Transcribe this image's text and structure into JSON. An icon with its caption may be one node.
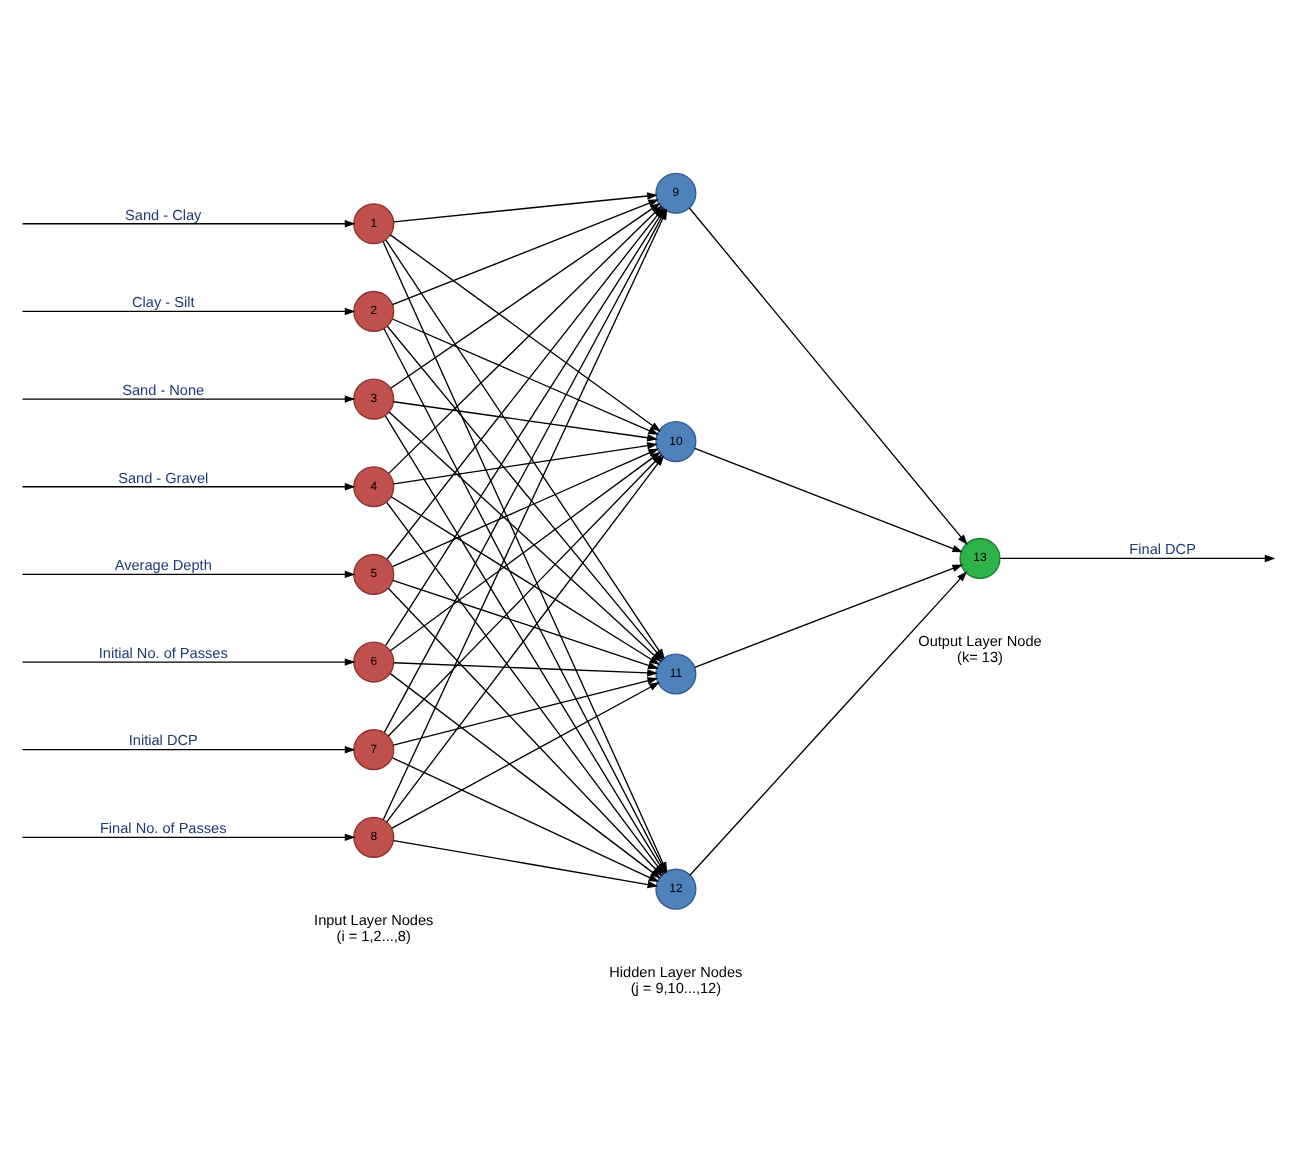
{
  "diagram": {
    "nodes": [
      {
        "text": [
          "1"
        ]
      },
      {
        "text": [
          "2"
        ]
      },
      {
        "text": [
          "3"
        ]
      },
      {
        "text": [
          "4"
        ]
      },
      {
        "text": [
          "5"
        ]
      },
      {
        "text": [
          "6"
        ]
      },
      {
        "text": [
          "7"
        ]
      },
      {
        "text": [
          "8"
        ]
      },
      {
        "text": [
          "9"
        ]
      },
      {
        "text": [
          "10"
        ]
      },
      {
        "text": [
          "11"
        ]
      },
      {
        "text": [
          "12"
        ]
      },
      {
        "text": [
          "13"
        ]
      }
    ],
    "edges": [
      {
        "from": null,
        "to": 0,
        "arrow": "to",
        "label": "Sand - Clay"
      },
      {
        "from": null,
        "to": 1,
        "arrow": "to",
        "label": "Clay - Silt"
      },
      {
        "from": null,
        "to": 2,
        "arrow": "to",
        "label": "Sand - None"
      },
      {
        "from": null,
        "to": 3,
        "arrow": "to",
        "label": "Sand - Gravel"
      },
      {
        "from": null,
        "to": 4,
        "arrow": "to",
        "label": "Average Depth"
      },
      {
        "from": null,
        "to": 5,
        "arrow": "to",
        "label": "Initial No. of Passes"
      },
      {
        "from": null,
        "to": 6,
        "arrow": "to",
        "label": "Initial DCP"
      },
      {
        "from": null,
        "to": 7,
        "arrow": "to",
        "label": "Final No. of Passes"
      },
      {
        "from": 0,
        "to": 8,
        "arrow": "to"
      },
      {
        "from": 0,
        "to": 9,
        "arrow": "to"
      },
      {
        "from": 0,
        "to": 10,
        "arrow": "to"
      },
      {
        "from": 0,
        "to": 11,
        "arrow": "to"
      },
      {
        "from": 1,
        "to": 8,
        "arrow": "to"
      },
      {
        "from": 1,
        "to": 9,
        "arrow": "to"
      },
      {
        "from": 1,
        "to": 10,
        "arrow": "to"
      },
      {
        "from": 1,
        "to": 11,
        "arrow": "to"
      },
      {
        "from": 2,
        "to": 8,
        "arrow": "to"
      },
      {
        "from": 2,
        "to": 9,
        "arrow": "to"
      },
      {
        "from": 2,
        "to": 10,
        "arrow": "to"
      },
      {
        "from": 2,
        "to": 11,
        "arrow": "to"
      },
      {
        "from": 3,
        "to": 8,
        "arrow": "to"
      },
      {
        "from": 3,
        "to": 9,
        "arrow": "to"
      },
      {
        "from": 3,
        "to": 10,
        "arrow": "to"
      },
      {
        "from": 3,
        "to": 11,
        "arrow": "to"
      },
      {
        "from": 4,
        "to": 8,
        "arrow": "to"
      },
      {
        "from": 4,
        "to": 9,
        "arrow": "to"
      },
      {
        "from": 4,
        "to": 10,
        "arrow": "to"
      },
      {
        "from": 4,
        "to": 11,
        "arrow": "to"
      },
      {
        "from": 5,
        "to": 8,
        "arrow": "to"
      },
      {
        "from": 5,
        "to": 9,
        "arrow": "to"
      },
      {
        "from": 5,
        "to": 10,
        "arrow": "to"
      },
      {
        "from": 5,
        "to": 11,
        "arrow": "to"
      },
      {
        "from": 6,
        "to": 8,
        "arrow": "to"
      },
      {
        "from": 6,
        "to": 9,
        "arrow": "to"
      },
      {
        "from": 6,
        "to": 10,
        "arrow": "to"
      },
      {
        "from": 6,
        "to": 11,
        "arrow": "to"
      },
      {
        "from": 7,
        "to": 8,
        "arrow": "to"
      },
      {
        "from": 7,
        "to": 9,
        "arrow": "to"
      },
      {
        "from": 7,
        "to": 10,
        "arrow": "to"
      },
      {
        "from": 7,
        "to": 11,
        "arrow": "to"
      },
      {
        "from": 8,
        "to": 12,
        "arrow": "to"
      },
      {
        "from": 9,
        "to": 12,
        "arrow": "to"
      },
      {
        "from": 10,
        "to": 12,
        "arrow": "to"
      },
      {
        "from": 11,
        "to": 12,
        "arrow": "to"
      },
      {
        "from": 12,
        "to": null,
        "arrow": "to",
        "label": "Final DCP"
      }
    ],
    "labels": [
      "Output Layer Node (k= 13)",
      "Hidden Layer Nodes (j = 9,10...,12)",
      "Input Layer Nodes (i = 1,2...,8)"
    ]
  }
}
